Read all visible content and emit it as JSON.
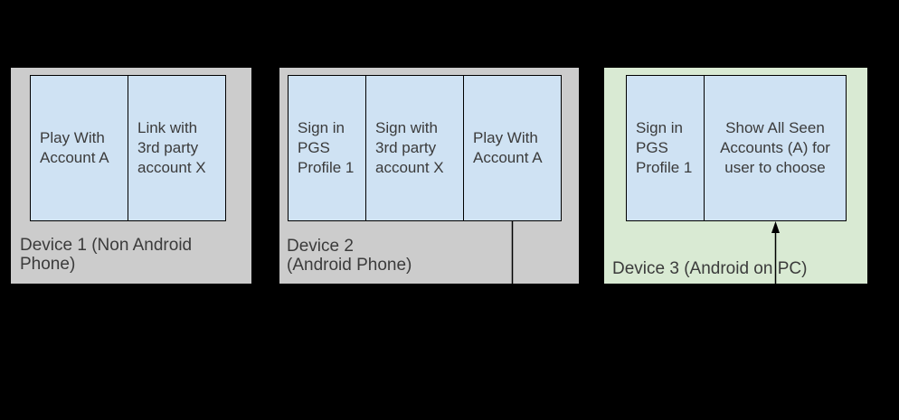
{
  "colors": {
    "background": "#000000",
    "device_panel_gray": "#cccccc",
    "device_panel_green": "#d9ead3",
    "step_box_blue": "#cfe2f3",
    "border_and_connector": "#000000",
    "text": "#3b3b3b"
  },
  "devices": [
    {
      "label": "Device 1 (Non Android Phone)",
      "steps": [
        "Play With\nAccount A",
        "Link with\n3rd party\naccount X"
      ]
    },
    {
      "label": "Device 2\n(Android Phone)",
      "steps": [
        "Sign in\nPGS\nProfile 1",
        "Sign with\n3rd party\naccount X",
        "Play With\nAccount A"
      ]
    },
    {
      "label": "Device 3 (Android on PC)",
      "steps": [
        "Sign in\nPGS\nProfile 1",
        "Show All Seen\nAccounts (A) for\nuser to choose"
      ]
    }
  ]
}
